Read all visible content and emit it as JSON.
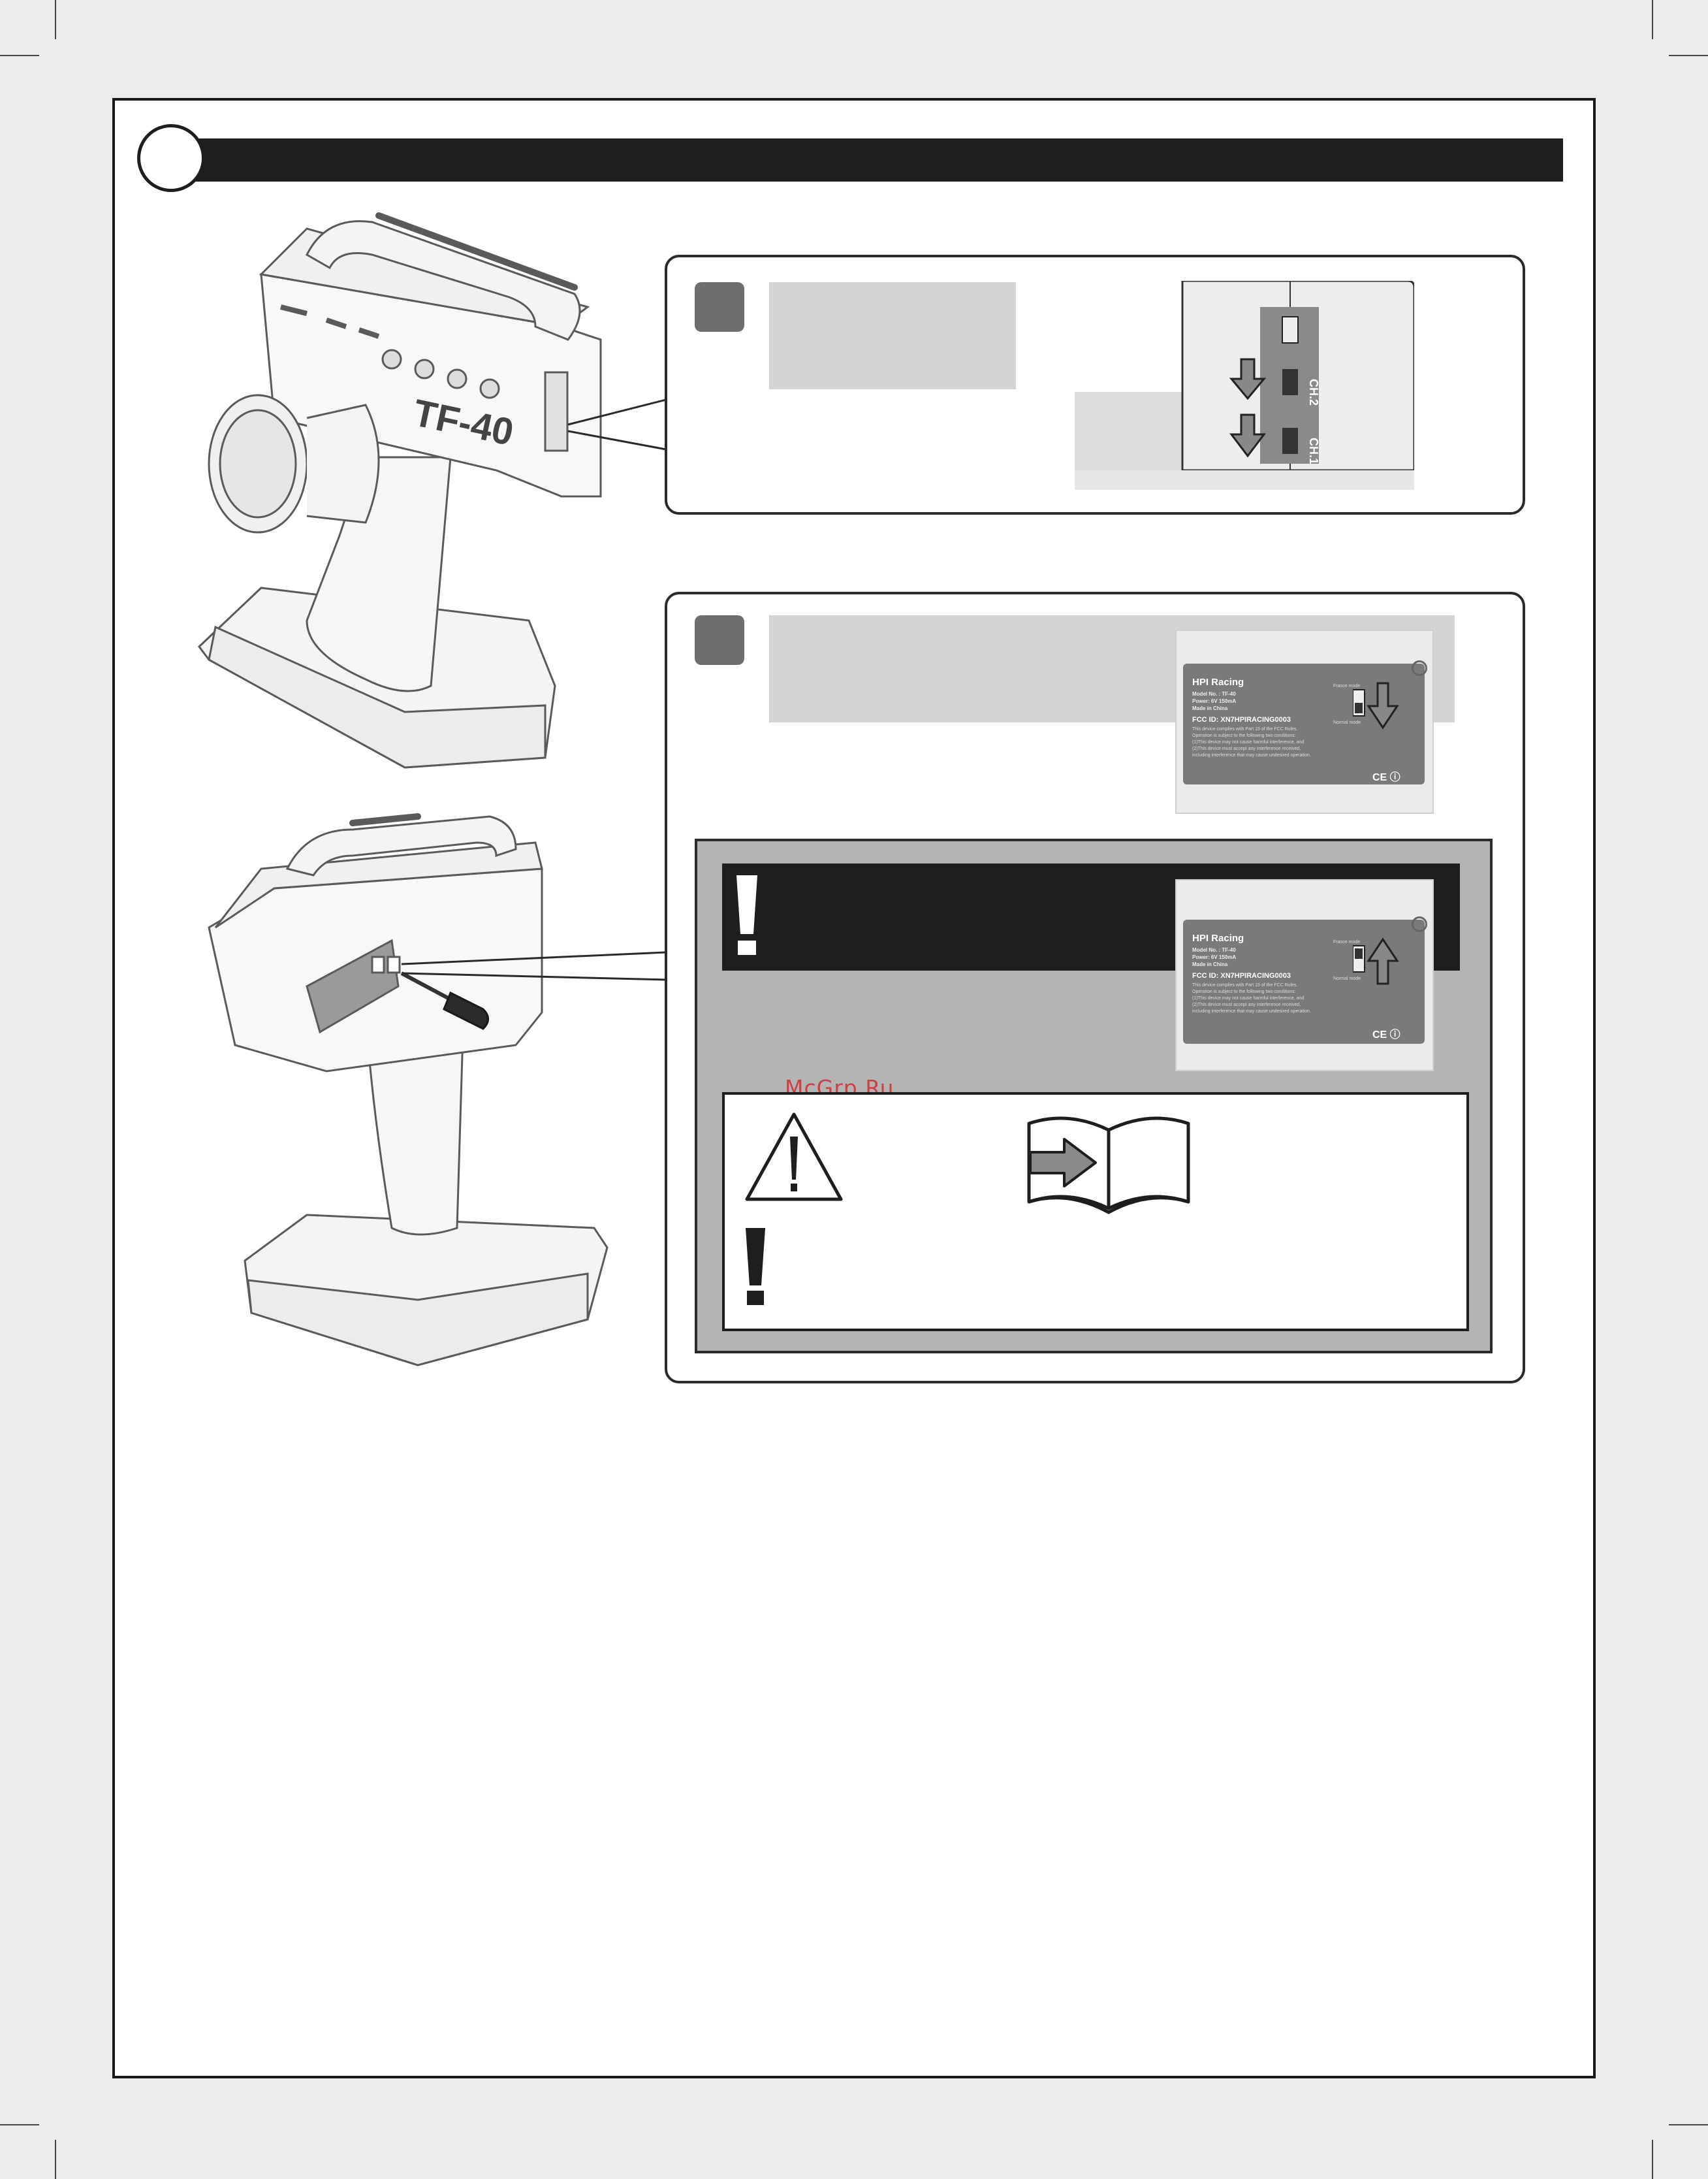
{
  "watermark": "McGrp.Ru",
  "label_top": {
    "brand": "HPI Racing",
    "model": "Model No. : TF-40",
    "power": "Power: 6V  150mA",
    "origin": "Made in China",
    "fcc": "FCC ID: XN7HPIRACING0003",
    "compliance_1": "This device complies with Part 15 of the FCC Rules.",
    "compliance_2": "Operation is subject to the following two conditions:",
    "compliance_3": "(1)This device may not cause harmful interference, and",
    "compliance_4": "(2)This device must accept any interference received,",
    "compliance_5": "including interference that may cause undesired operation.",
    "switch_top": "France mode",
    "switch_bottom": "Normal mode",
    "ce": "CE ⓘ"
  },
  "label_bottom": {
    "brand": "HPI Racing",
    "model": "Model No. : TF-40",
    "power": "Power: 6V  150mA",
    "origin": "Made in China",
    "fcc": "FCC ID: XN7HPIRACING0003",
    "compliance_1": "This device complies with Part 15 of the FCC Rules.",
    "compliance_2": "Operation is subject to the following two conditions:",
    "compliance_3": "(1)This device may not cause harmful interference, and",
    "compliance_4": "(2)This device must accept any interference received,",
    "compliance_5": "including interference that may cause undesired operation.",
    "switch_top": "France mode",
    "switch_bottom": "Normal mode",
    "ce": "CE ⓘ"
  },
  "transmitter_logo": "TF-40",
  "channel_labels": [
    "CH.2",
    "CH.1"
  ],
  "icons": [
    "warning-triangle-icon",
    "exclamation-icon",
    "manual-book-icon",
    "arrow-down-icon",
    "arrow-up-icon"
  ]
}
